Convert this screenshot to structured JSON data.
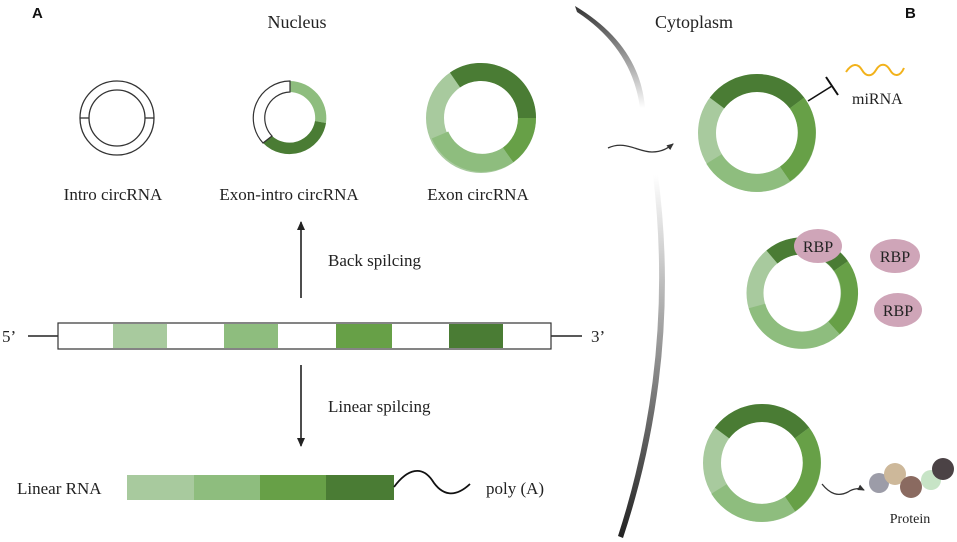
{
  "panels": {
    "a": "A",
    "b": "B"
  },
  "regions": {
    "nucleus": "Nucleus",
    "cytoplasm": "Cytoplasm"
  },
  "circ_types": {
    "intron": "Intro circRNA",
    "exon_intron": "Exon-intro circRNA",
    "exon": "Exon circRNA"
  },
  "pre_mrna": {
    "five_prime": "5’",
    "three_prime": "3’"
  },
  "processes": {
    "back": "Back spilcing",
    "linear": "Linear spilcing"
  },
  "linear_rna": {
    "label": "Linear RNA",
    "tail": "poly (A)"
  },
  "functions": {
    "mirna": "miRNA",
    "rbp": [
      "RBP",
      "RBP",
      "RBP"
    ],
    "protein": "Protein"
  },
  "colors": {
    "exon_1": "#a8ca9e",
    "exon_2": "#8ebd7e",
    "exon_3": "#67a047",
    "exon_4": "#4a7c34",
    "rbp": "#cfa5b8",
    "mirna": "#f2b21b",
    "outline": "#333333"
  }
}
